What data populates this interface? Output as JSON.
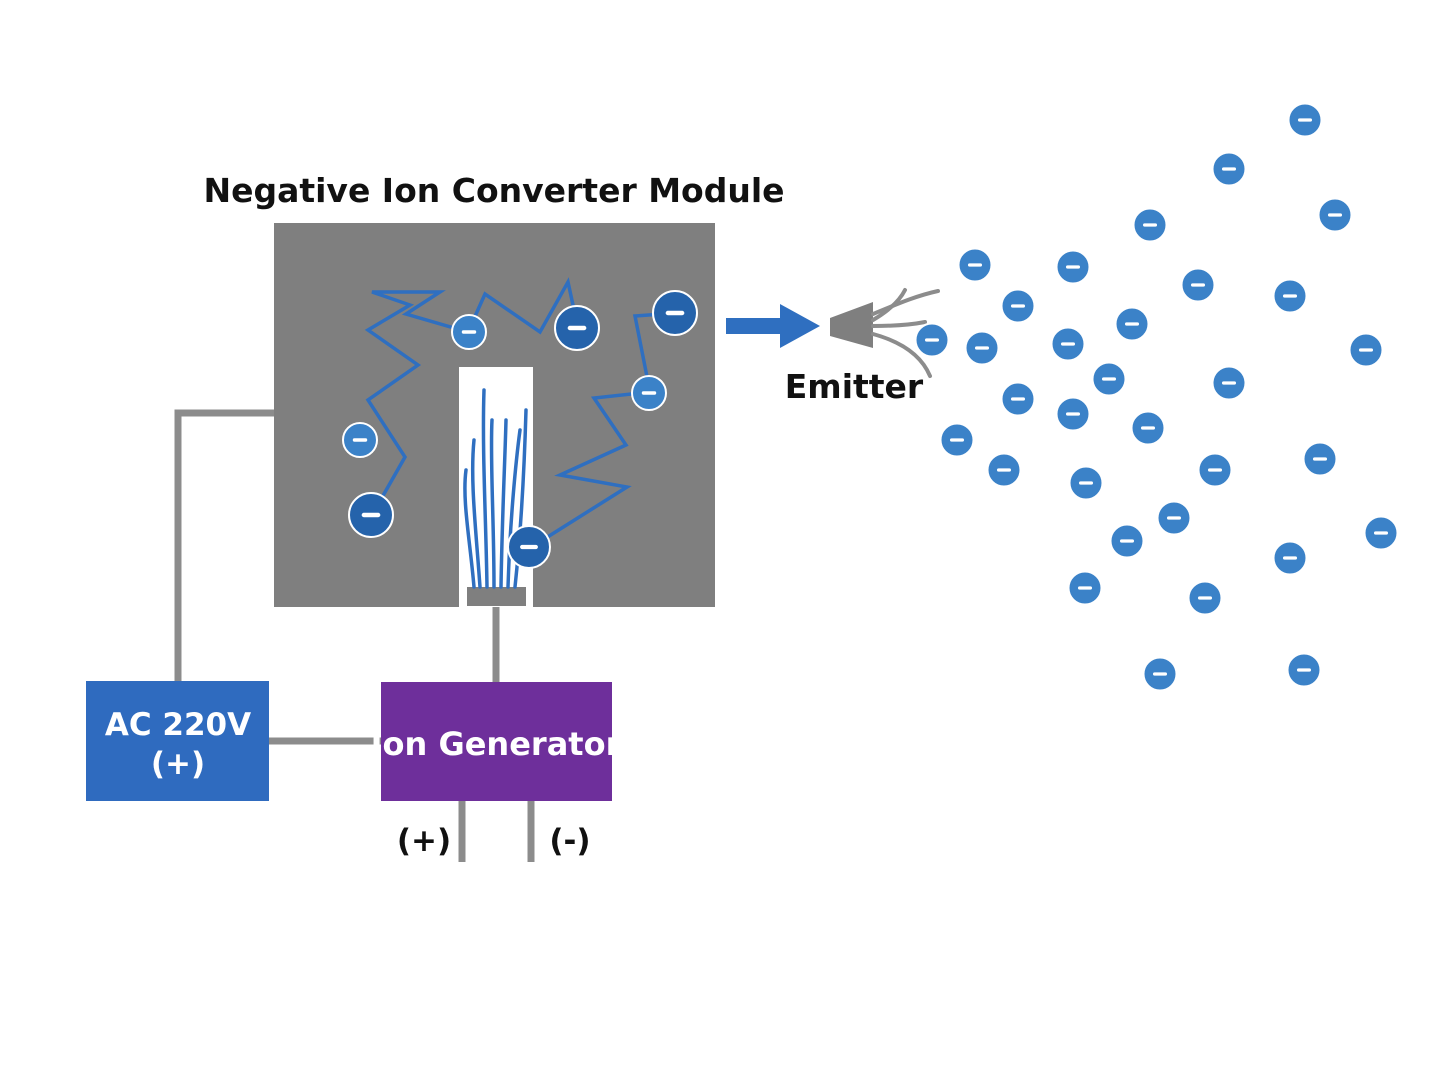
{
  "title": "Negative Ion Converter Module",
  "emitter_label": "Emitter",
  "ac_source": {
    "line1": "AC 220V",
    "line2": "(+)"
  },
  "ion_generator": {
    "label": "Ion Generator"
  },
  "terminals": {
    "positive": "(+)",
    "negative": "(-)"
  },
  "ion_symbol": "−",
  "colors": {
    "module_fill": "#7f7f7f",
    "wire": "#8c8c8c",
    "ion_blue": "#3b82c8",
    "ion_dark_blue": "#2563ab",
    "path_blue": "#2f6fc0",
    "ac_box": "#2f6bbf",
    "generator_box": "#6e2f9b",
    "arrow": "#2f6fc0"
  }
}
